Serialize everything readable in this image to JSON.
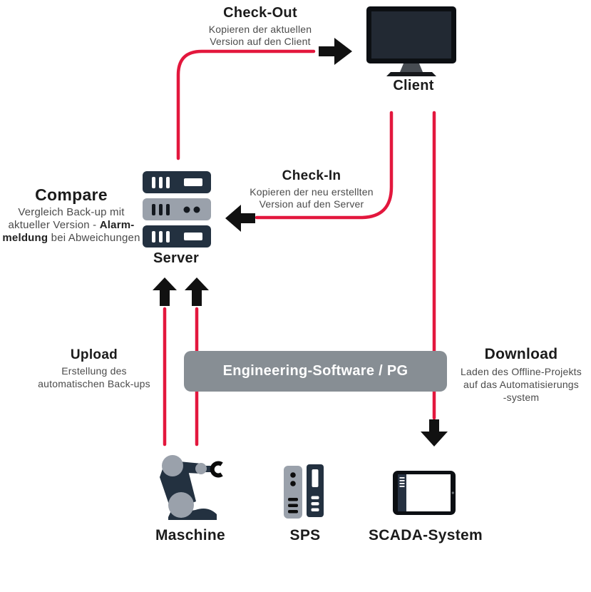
{
  "colors": {
    "accent_red": "#e3173d",
    "dark": "#233140",
    "icon_gray": "#9aa1ab",
    "box_gray": "#878e94",
    "heading_text": "#1b1b1b",
    "body_text": "#4b4b4b",
    "arrow_black": "#111111"
  },
  "flows": {
    "check_out": {
      "title": "Check-Out",
      "desc1": "Kopieren der aktuellen",
      "desc2": "Version auf den Client"
    },
    "check_in": {
      "title": "Check-In",
      "desc1": "Kopieren der neu erstellten",
      "desc2": "Version auf den Server"
    },
    "compare": {
      "title": "Compare",
      "desc1": "Vergleich Back-up mit",
      "desc2_normal": "aktueller Version - ",
      "desc2_bold": "Alarm-",
      "desc3_bold": "meldung",
      "desc3_normal": " bei Abweichungen"
    },
    "upload": {
      "title": "Upload",
      "desc1": "Erstellung des",
      "desc2": "automatischen Back-ups"
    },
    "download": {
      "title": "Download",
      "desc1": "Laden des Offline-Projekts",
      "desc2": "auf das Automatisierungs",
      "desc3": "-system"
    }
  },
  "nodes": {
    "client": {
      "label": "Client",
      "icon": "monitor-icon"
    },
    "server": {
      "label": "Server",
      "icon": "server-stack-icon"
    },
    "maschine": {
      "label": "Maschine",
      "icon": "robot-arm-icon"
    },
    "sps": {
      "label": "SPS",
      "icon": "plc-icon"
    },
    "scada": {
      "label": "SCADA-System",
      "icon": "hmi-panel-icon"
    }
  },
  "center_box": {
    "label": "Engineering-Software / PG"
  }
}
